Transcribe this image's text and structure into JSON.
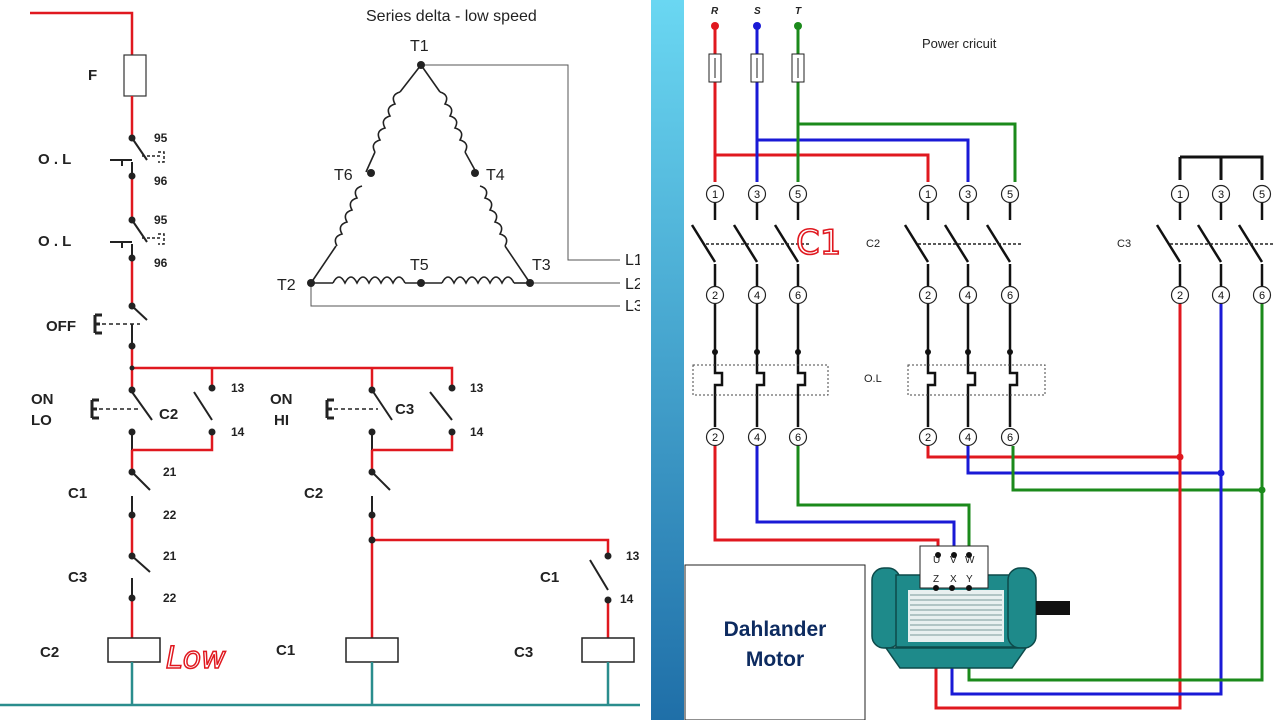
{
  "control": {
    "fuse": "F",
    "ol1": "O . L",
    "ol1_top": "95",
    "ol1_bot": "96",
    "ol2": "O . L",
    "ol2_top": "95",
    "ol2_bot": "96",
    "off": "OFF",
    "on_lo_1": "ON",
    "on_lo_2": "LO",
    "c2_contact": "C2",
    "c2_top": "13",
    "c2_bot": "14",
    "on_hi_1": "ON",
    "on_hi_2": "HI",
    "c3_contact": "C3",
    "c3_top": "13",
    "c3_bot": "14",
    "c1_nc": "C1",
    "c1_nc_top": "21",
    "c1_nc_bot": "22",
    "c3_nc": "C3",
    "c3_nc_top": "21",
    "c3_nc_bot": "22",
    "c2_nc": "C2",
    "c1_no": "C1",
    "c1_no_top": "13",
    "c1_no_bot": "14",
    "coil_c2": "C2",
    "coil_c1": "C1",
    "coil_c3": "C3",
    "handwritten": "Low"
  },
  "delta": {
    "title": "Series delta - low speed",
    "t1": "T1",
    "t2": "T2",
    "t3": "T3",
    "t4": "T4",
    "t5": "T5",
    "t6": "T6",
    "l1": "L1",
    "l2": "L2",
    "l3": "L3"
  },
  "power": {
    "title": "Power cricuit",
    "r": "R",
    "s": "S",
    "t": "T",
    "top_terms": [
      "1",
      "3",
      "5"
    ],
    "mid_terms": [
      "2",
      "4",
      "6"
    ],
    "c2": "C2",
    "c3": "C3",
    "ol": "O.L",
    "handwritten": "C1",
    "motor_top": [
      "U",
      "V",
      "W"
    ],
    "motor_bot": [
      "Z",
      "X",
      "Y"
    ]
  },
  "motor_box": {
    "line1": "Dahlander",
    "line2": "Motor"
  },
  "colors": {
    "red": "#e0181f",
    "blue": "#1a1ad6",
    "green": "#1b8a1b",
    "teal": "#2a8d8d",
    "divider_top": "#6ad7f2",
    "divider_bottom": "#1f6fa8",
    "motor": "#1e8a8a"
  }
}
